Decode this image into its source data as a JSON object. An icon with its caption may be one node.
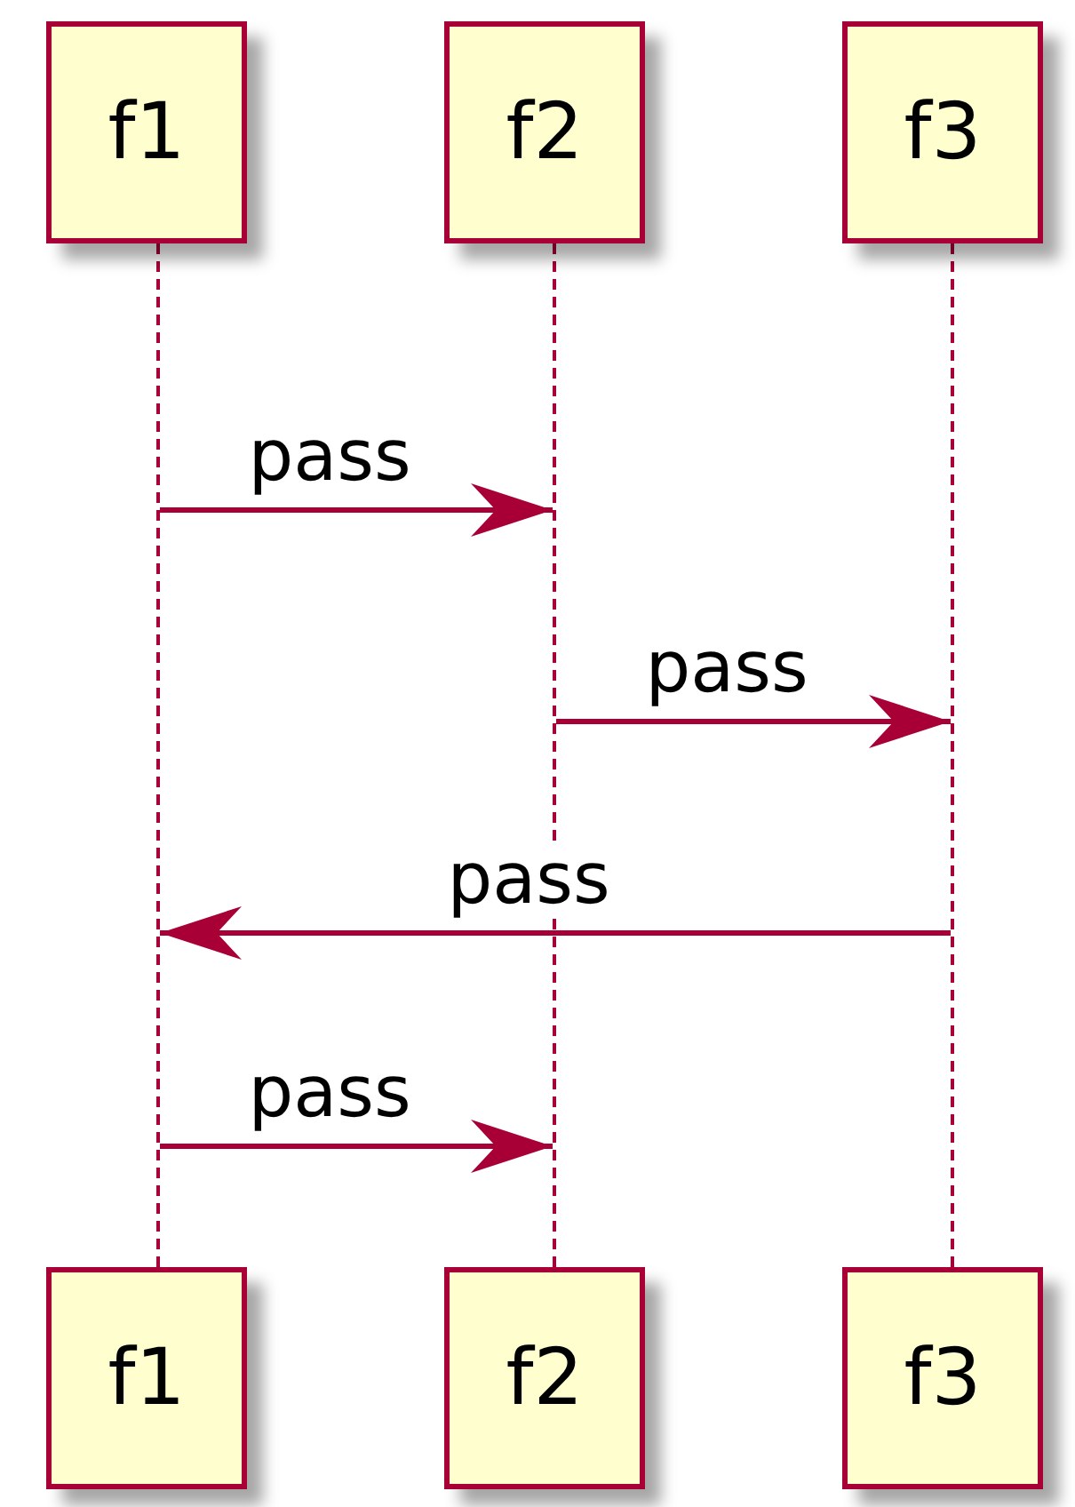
{
  "diagram": {
    "nodes": [
      {
        "text": [
          "f1"
        ]
      },
      {
        "text": [
          "f2"
        ]
      },
      {
        "text": [
          "f3"
        ]
      },
      {
        "text": [],
        "shape": "line"
      },
      {
        "text": [],
        "shape": "line"
      },
      {
        "text": [],
        "shape": "line"
      },
      {
        "text": [
          "f1"
        ]
      },
      {
        "text": [
          "f2"
        ]
      },
      {
        "text": [
          "f3"
        ]
      }
    ],
    "edges": [
      {
        "from": 3,
        "to": 4,
        "arrow": "to",
        "label": "pass"
      },
      {
        "from": 4,
        "to": 5,
        "arrow": "to",
        "label": "pass"
      },
      {
        "from": 5,
        "to": 3,
        "arrow": "to",
        "label": "pass"
      },
      {
        "from": 3,
        "to": 4,
        "arrow": "to",
        "label": "pass"
      }
    ]
  }
}
